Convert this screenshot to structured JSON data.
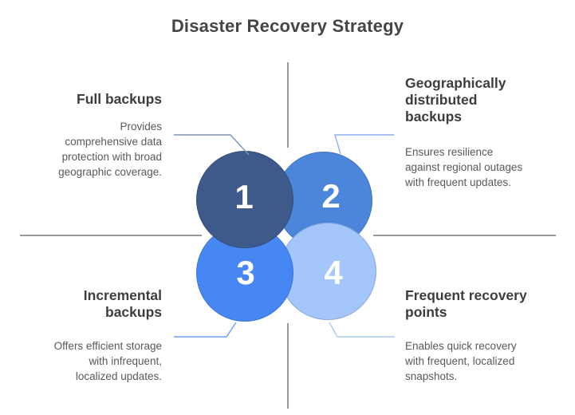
{
  "title": "Disaster Recovery Strategy",
  "quadrants": [
    {
      "number": "1",
      "heading": "Full backups",
      "description": "Provides\ncomprehensive data\nprotection with broad\ngeographic coverage.",
      "circle_color": "#3E5A8A",
      "connector_color": "#7D95B5"
    },
    {
      "number": "2",
      "heading": "Geographically\ndistributed\nbackups",
      "description": "Ensures resilience\nagainst regional outages\nwith frequent updates.",
      "circle_color": "#4C86DB",
      "connector_color": "#8AB1F2"
    },
    {
      "number": "3",
      "heading": "Incremental\nbackups",
      "description": "Offers efficient storage\nwith infrequent,\nlocalized updates.",
      "circle_color": "#4787F4",
      "connector_color": "#6B9FF6"
    },
    {
      "number": "4",
      "heading": "Frequent recovery\npoints",
      "description": "Enables quick recovery\nwith frequent, localized\nsnapshots.",
      "circle_color": "#A4C6FA",
      "connector_color": "#A9CAF9"
    }
  ],
  "colors": {
    "background": "#FFFFFF",
    "axis_line": "#999999",
    "title_text": "#454545",
    "heading_text": "#3D3D3D",
    "body_text": "#595959",
    "number_text": "#FFFFFF"
  }
}
